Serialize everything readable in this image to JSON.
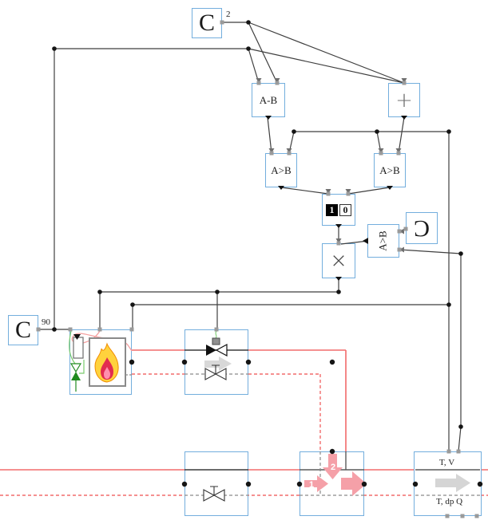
{
  "blocks": {
    "const_offset": {
      "label": "C",
      "output_value": "2"
    },
    "subtract": {
      "label": "A-B"
    },
    "add": {
      "label": "+"
    },
    "compare_lower": {
      "label": "A>B"
    },
    "compare_upper": {
      "label": "A>B"
    },
    "selector": {
      "on_label": "1",
      "off_label": "0"
    },
    "multiply": {
      "label": "×"
    },
    "compare_flow": {
      "label": "A>B"
    },
    "const_flow": {
      "label": "C"
    },
    "const_setpoint": {
      "label": "C",
      "output_value": "90"
    },
    "tee": {
      "inlet1_label": "1",
      "inlet2_label": "2"
    },
    "sensor": {
      "supply_label": "T, V",
      "return_label": "T, dp Q"
    }
  },
  "colors": {
    "block_border": "#73aedd",
    "wire": "#3f3f3f",
    "pipe_red": "#f26b6b",
    "arrow_pink": "#f5a0a8",
    "arrow_gray": "#d5d5d5",
    "valve_green": "#1f8a1f",
    "flame_yellow": "#ffd23d",
    "flame_red": "#e22c50"
  }
}
